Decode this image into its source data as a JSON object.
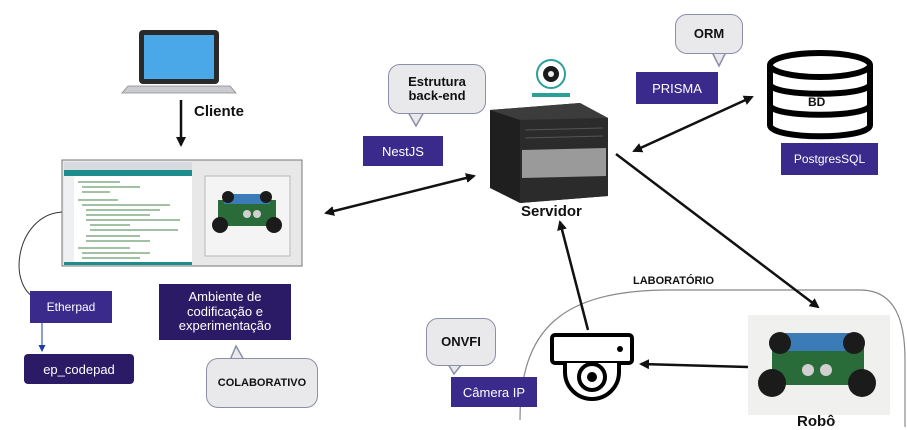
{
  "nodes": {
    "cliente": "Cliente",
    "servidor": "Servidor",
    "robo": "Robô",
    "laboratorio": "LABORATÓRIO",
    "bd": "BD"
  },
  "bubbles": {
    "estrutura": "Estrutura back-end",
    "orm": "ORM",
    "onvfi": "ONVFI",
    "colaborativo": "COLABORATIVO"
  },
  "tags": {
    "nestjs": "NestJS",
    "prisma": "PRISMA",
    "postgres": "PostgresSQL",
    "etherpad": "Etherpad",
    "ep_codepad": "ep_codepad",
    "ambiente": "Ambiente de codificação e experimentação",
    "camera": "Câmera IP"
  },
  "colors": {
    "purple": "#3a2a8c",
    "dark_purple": "#2b1a66",
    "bubble_fill": "#e9e9ec",
    "arrow": "#111111"
  }
}
